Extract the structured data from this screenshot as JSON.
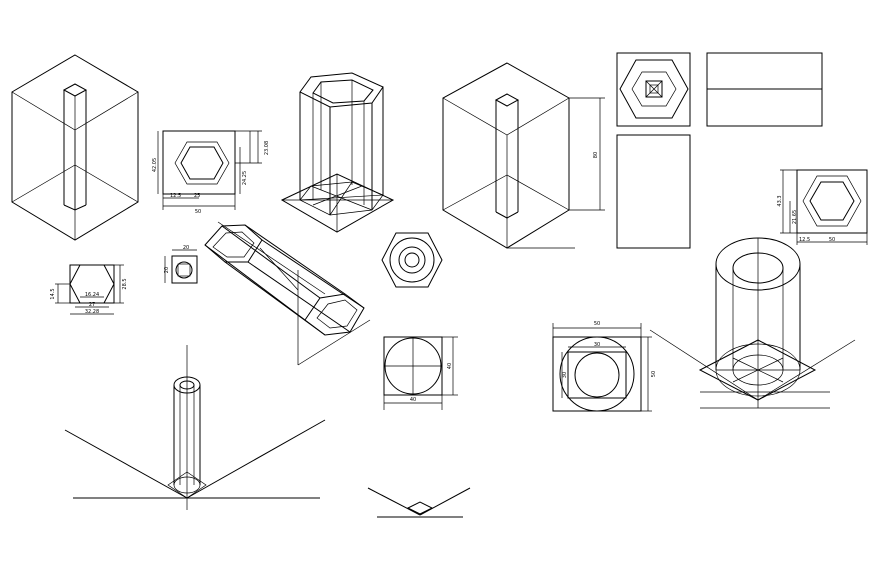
{
  "drawing": {
    "hex_square_plan": {
      "dim_height": "42.05",
      "dim_right_a": "23.08",
      "dim_right_b": "24.25",
      "dim_inner_a": "12.5",
      "dim_inner_b": "25",
      "dim_width": "50"
    },
    "small_square": {
      "dim_top": "20",
      "dim_side": "20"
    },
    "hex_small_plan": {
      "dim_left": "14.5",
      "dim_mid": "16.24",
      "dim_inner": "27",
      "dim_bottom": "32.28",
      "dim_right": "28.5"
    },
    "tall_prism": {
      "dim_height": "80"
    },
    "hex_right_plan": {
      "dim_height": "43.3",
      "dim_inner": "21.65",
      "dim_left": "12.5",
      "dim_width": "50"
    },
    "circle_square": {
      "dim_side": "40",
      "dim_bottom": "40"
    },
    "circle_in_square": {
      "dim_outer_top": "50",
      "dim_inner_top": "30",
      "dim_inner_side": "30",
      "dim_outer_side": "50"
    }
  }
}
